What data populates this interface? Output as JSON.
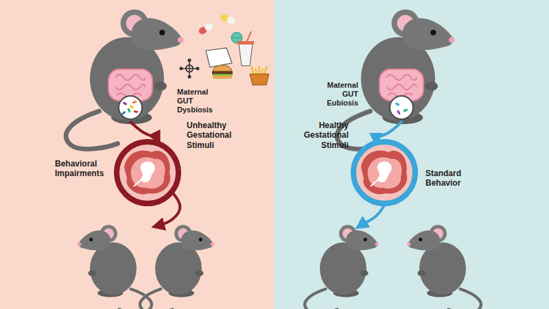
{
  "diagram": {
    "labels": [
      "Maternal GUT Dysbiosis",
      "Unhealthy Gestational Stimuli",
      "Behavioral Impairments",
      "Maternal GUT Eubiosis",
      "Healthy Gestational Stimuli",
      "Standard Behavior"
    ]
  }
}
